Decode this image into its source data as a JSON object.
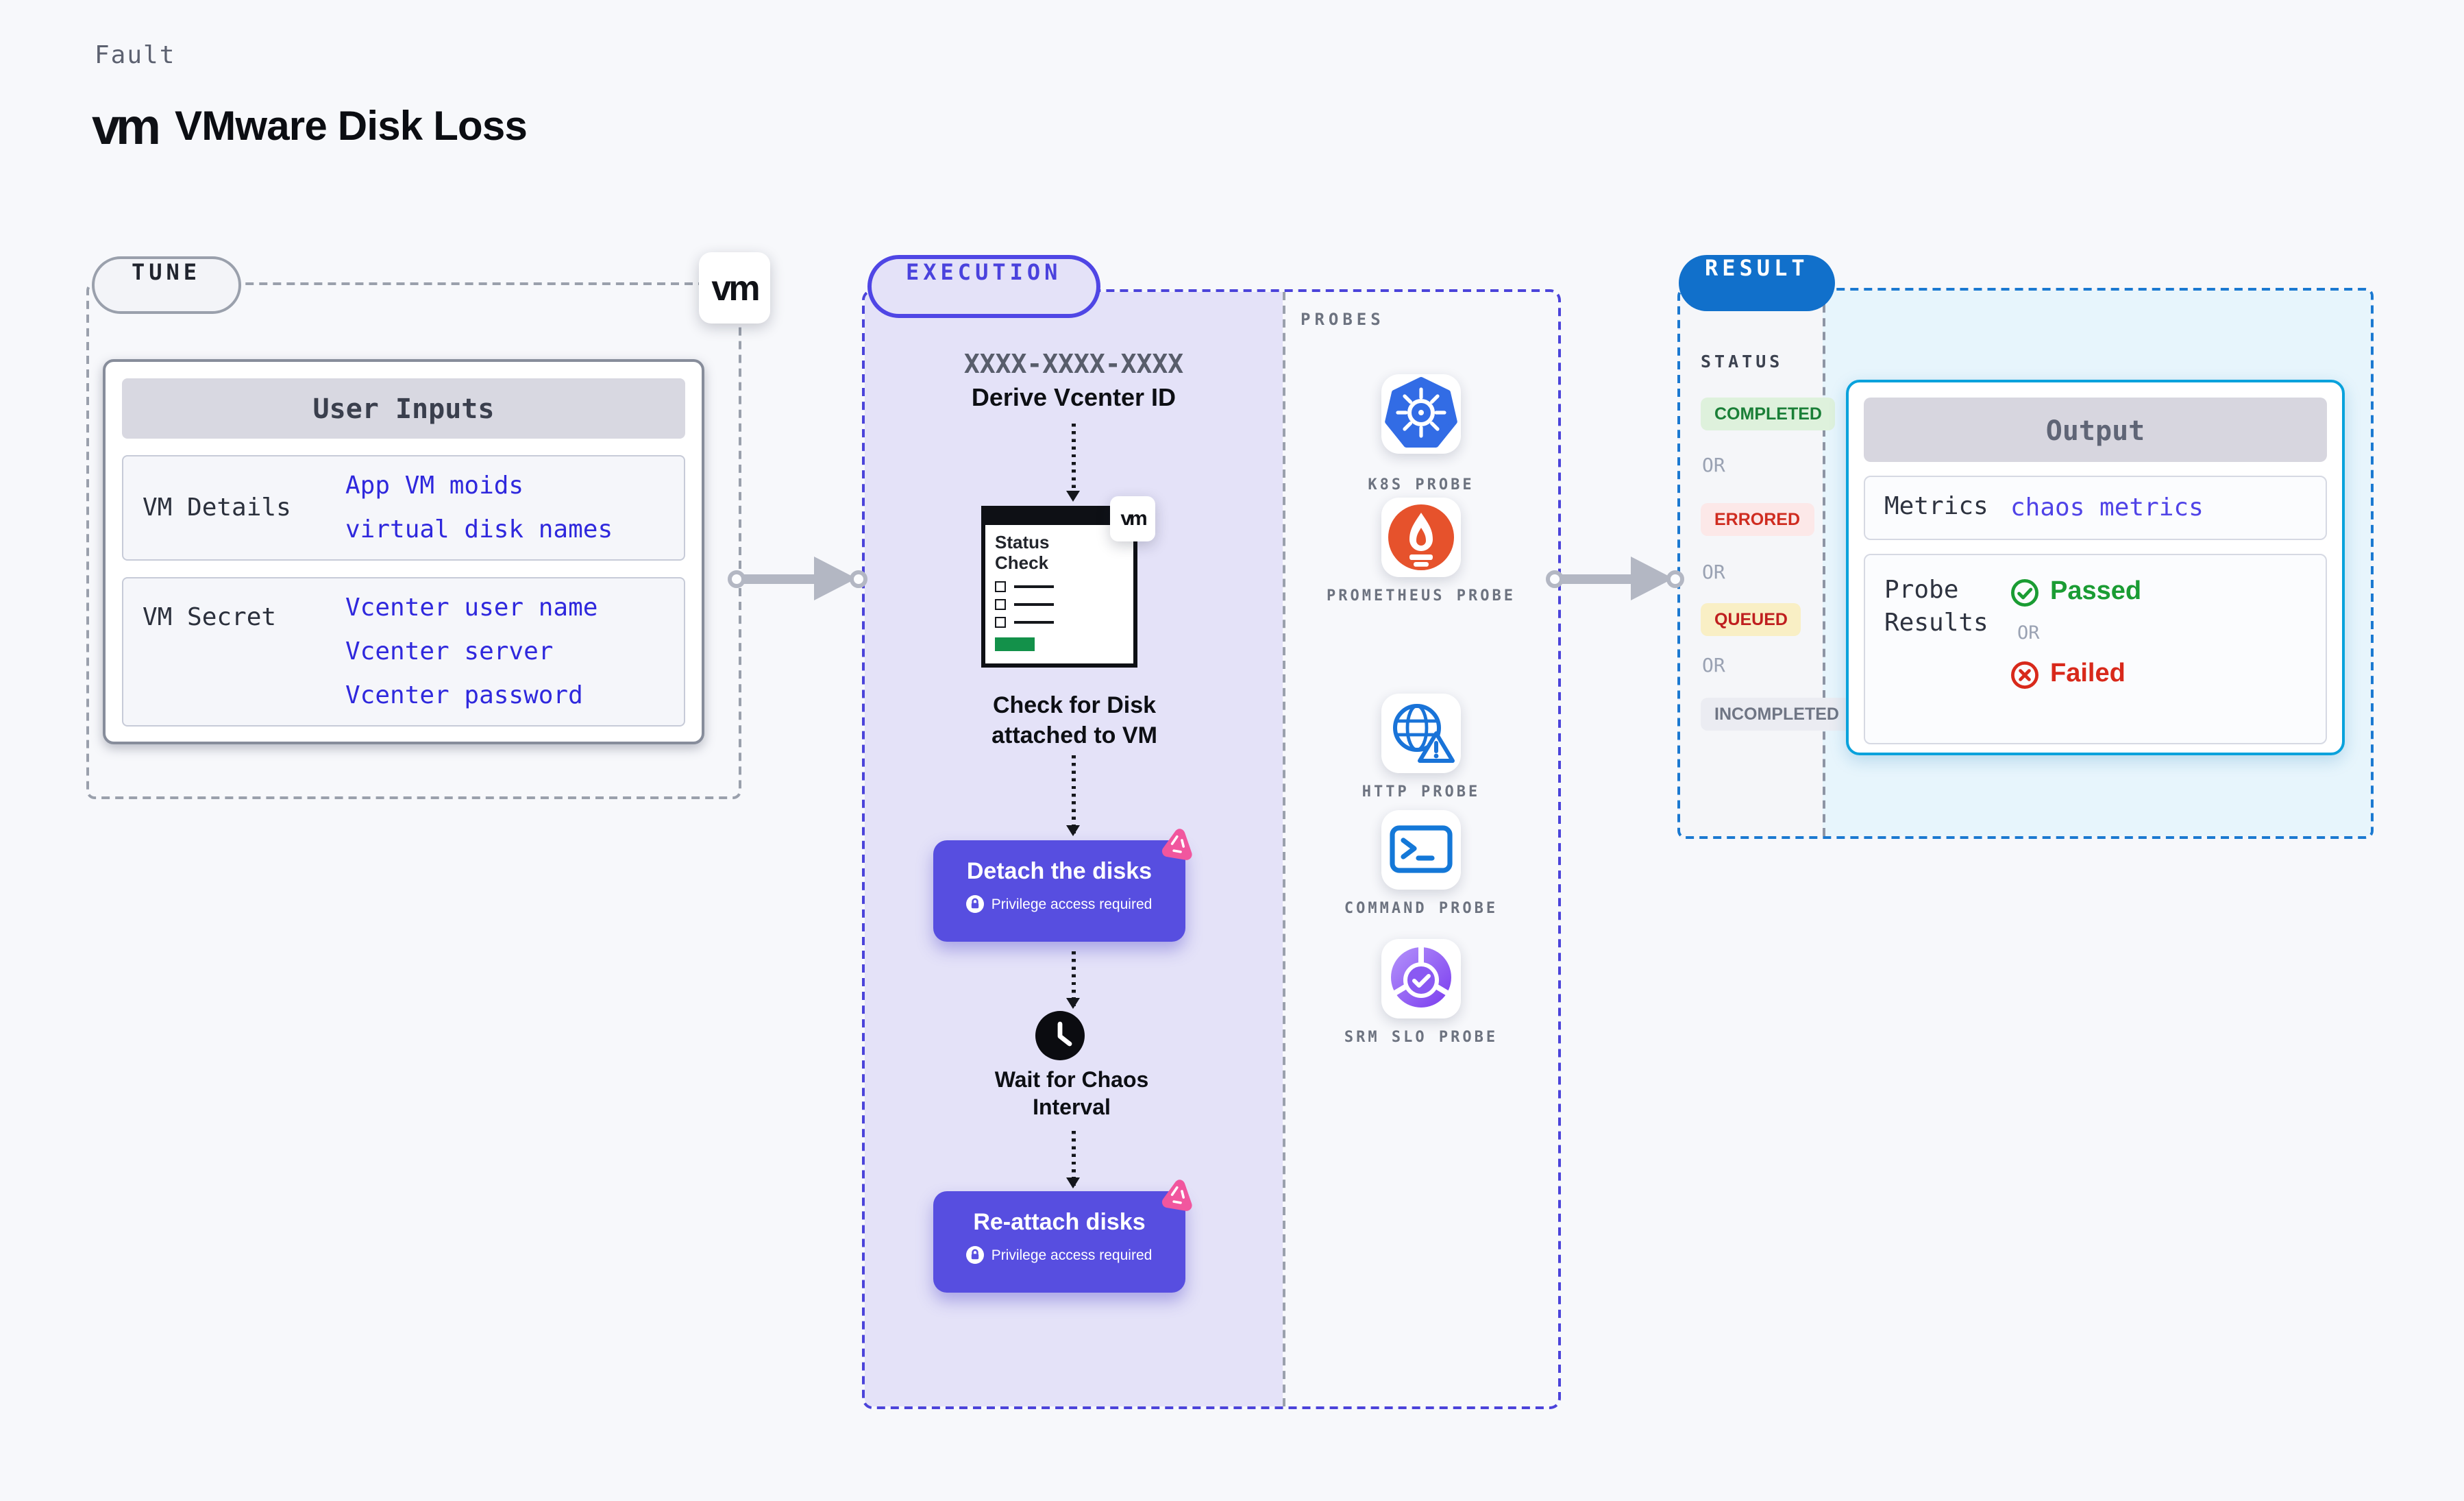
{
  "header": {
    "eyebrow": "Fault",
    "logo_text": "vm",
    "title": "VMware Disk Loss"
  },
  "tune": {
    "badge": "TUNE",
    "logo_text": "vm",
    "user_inputs": {
      "title": "User Inputs",
      "rows": [
        {
          "label": "VM Details",
          "values": [
            "App VM moids",
            "virtual disk names"
          ]
        },
        {
          "label": "VM Secret",
          "values": [
            "Vcenter user name",
            "Vcenter server",
            "Vcenter password"
          ]
        }
      ]
    }
  },
  "execution": {
    "badge": "EXECUTION",
    "derive_code": "XXXX-XXXX-XXXX",
    "derive_label": "Derive Vcenter ID",
    "status_check": {
      "title": "Status Check",
      "logo_text": "vm"
    },
    "check_disk": "Check for Disk attached to VM",
    "detach": {
      "label": "Detach the disks",
      "note": "Privilege access required"
    },
    "wait": "Wait for Chaos Interval",
    "reattach": {
      "label": "Re-attach disks",
      "note": "Privilege access required"
    }
  },
  "probes": {
    "title": "PROBES",
    "items": [
      {
        "label": "K8S PROBE"
      },
      {
        "label": "PROMETHEUS PROBE"
      },
      {
        "label": "HTTP PROBE"
      },
      {
        "label": "COMMAND PROBE"
      },
      {
        "label": "SRM SLO PROBE"
      }
    ]
  },
  "result": {
    "badge": "RESULT",
    "status": {
      "title": "STATUS",
      "or": "OR",
      "items": [
        {
          "label": "COMPLETED"
        },
        {
          "label": "ERRORED"
        },
        {
          "label": "QUEUED"
        },
        {
          "label": "INCOMPLETED"
        }
      ]
    },
    "output": {
      "title": "Output",
      "metrics_label": "Metrics",
      "metrics_value": "chaos metrics",
      "probe_results_label": "Probe Results",
      "passed": "Passed",
      "or": "OR",
      "failed": "Failed"
    }
  },
  "colors": {
    "page_bg": "#f7f8fb",
    "accent_indigo": "#4f46e5",
    "button_indigo": "#574ee0",
    "lavender_bg": "#e4e2f8",
    "result_blue": "#1170cb",
    "cyan_border": "#09a2dc",
    "cyan_bg": "#e7f5fc",
    "completed_green": "#1a7f37",
    "completed_bg": "#def1dc",
    "errored_red": "#cf2c20",
    "errored_bg": "#fce8e8",
    "queued_text": "#bf1f1f",
    "queued_bg": "#f9efc5",
    "incompleted_text": "#6f7584",
    "incompleted_bg": "#ebecf2",
    "passed_green": "#1a9c33",
    "failed_red": "#d8291b",
    "value_blue": "#2f28dd",
    "k8s_blue": "#326ce5",
    "prometheus_orange": "#e6522c",
    "http_blue": "#1973d8",
    "srm_purple": "#7a3bee",
    "litmus_pink": "#f1569e"
  }
}
